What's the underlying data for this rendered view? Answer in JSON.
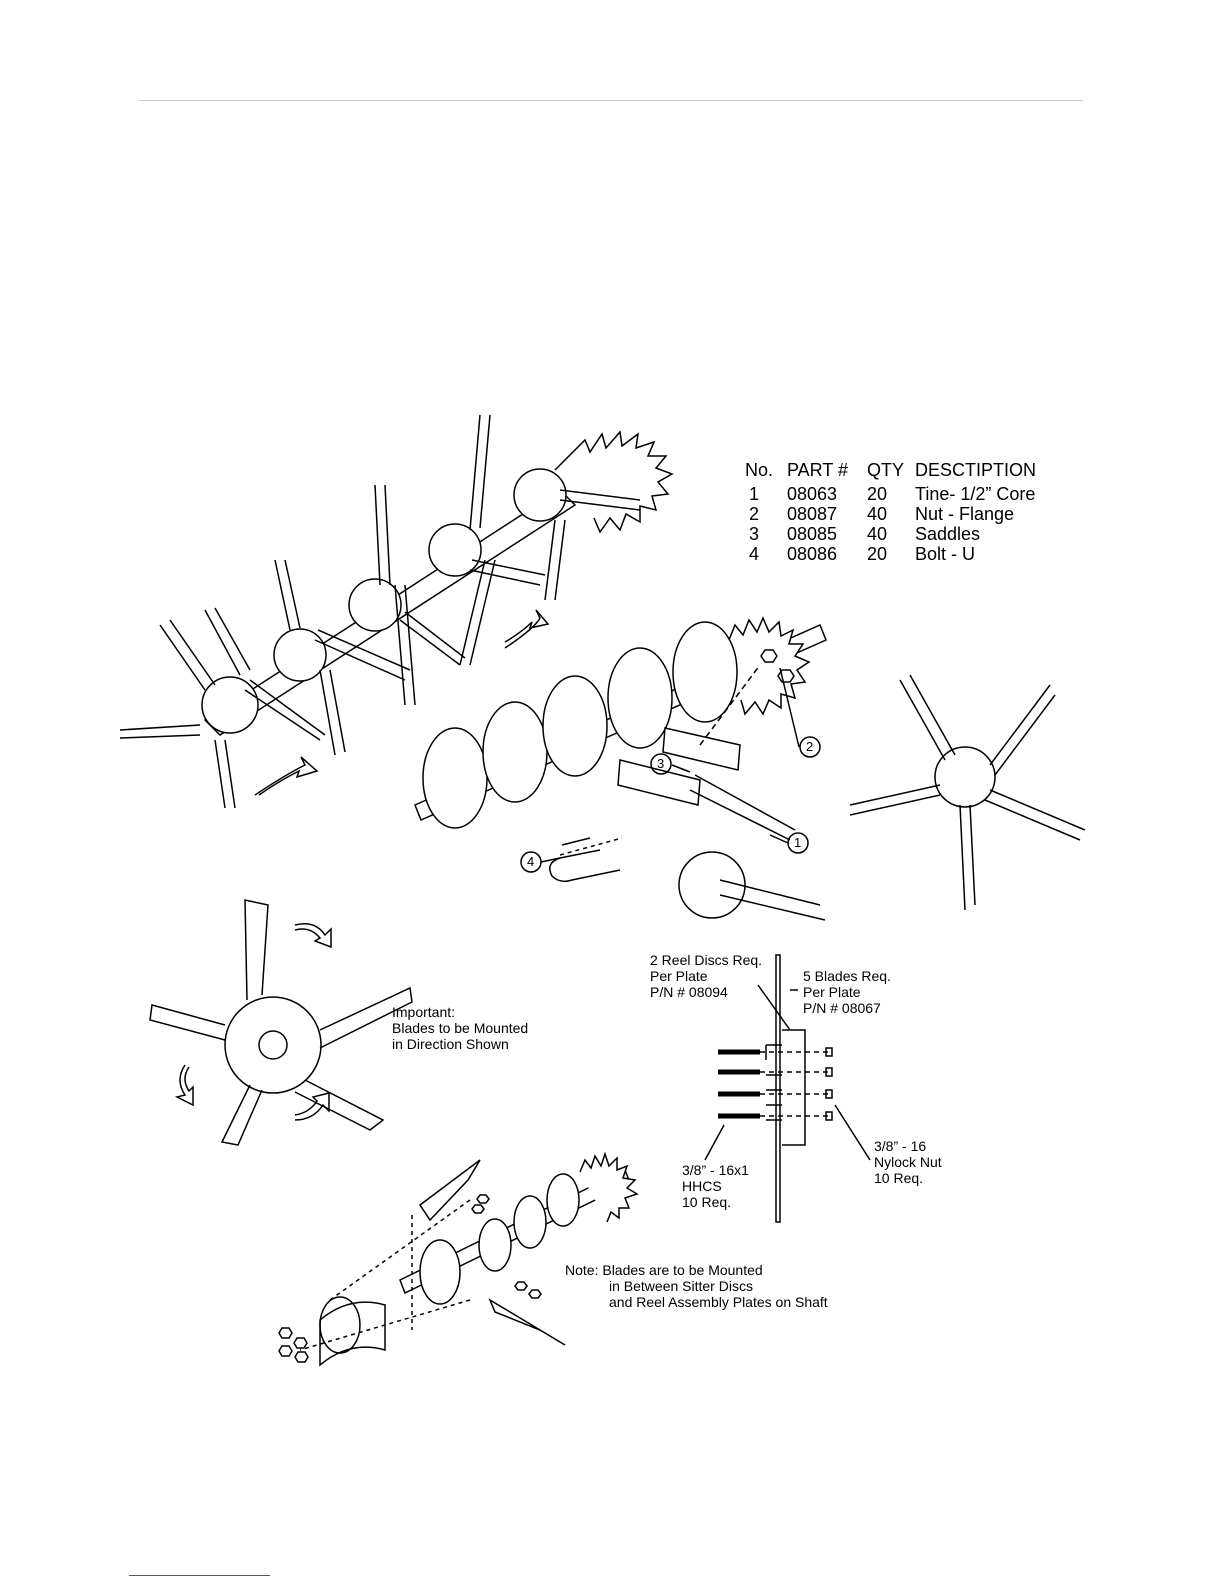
{
  "parts_table": {
    "headers": [
      "No.",
      "PART #",
      "QTY",
      "DESCTIPTION"
    ],
    "rows": [
      {
        "no": "1",
        "part": "08063",
        "qty": "20",
        "desc": "Tine- 1/2” Core"
      },
      {
        "no": "2",
        "part": "08087",
        "qty": "40",
        "desc": "Nut - Flange"
      },
      {
        "no": "3",
        "part": "08085",
        "qty": "40",
        "desc": "Saddles"
      },
      {
        "no": "4",
        "part": "08086",
        "qty": "20",
        "desc": "Bolt - U"
      }
    ]
  },
  "callouts": [
    "1",
    "2",
    "3",
    "4"
  ],
  "important_note": {
    "line1": "Important:",
    "line2": "Blades to be Mounted",
    "line3": "in Direction Shown"
  },
  "reel_discs": {
    "line1": "2 Reel Discs Req.",
    "line2": "Per Plate",
    "line3": "P/N # 08094"
  },
  "blades": {
    "line1": "5 Blades Req.",
    "line2": "Per Plate",
    "line3": "P/N # 08067"
  },
  "hhcs": {
    "line1": "3/8” - 16x1",
    "line2": "HHCS",
    "line3": "10 Req."
  },
  "nylock": {
    "line1": "3/8” - 16",
    "line2": "Nylock Nut",
    "line3": "10 Req."
  },
  "mount_note": {
    "line1": "Note: Blades are to be Mounted",
    "line2": "in Between Sitter Discs",
    "line3": "and Reel Assembly Plates on Shaft"
  }
}
